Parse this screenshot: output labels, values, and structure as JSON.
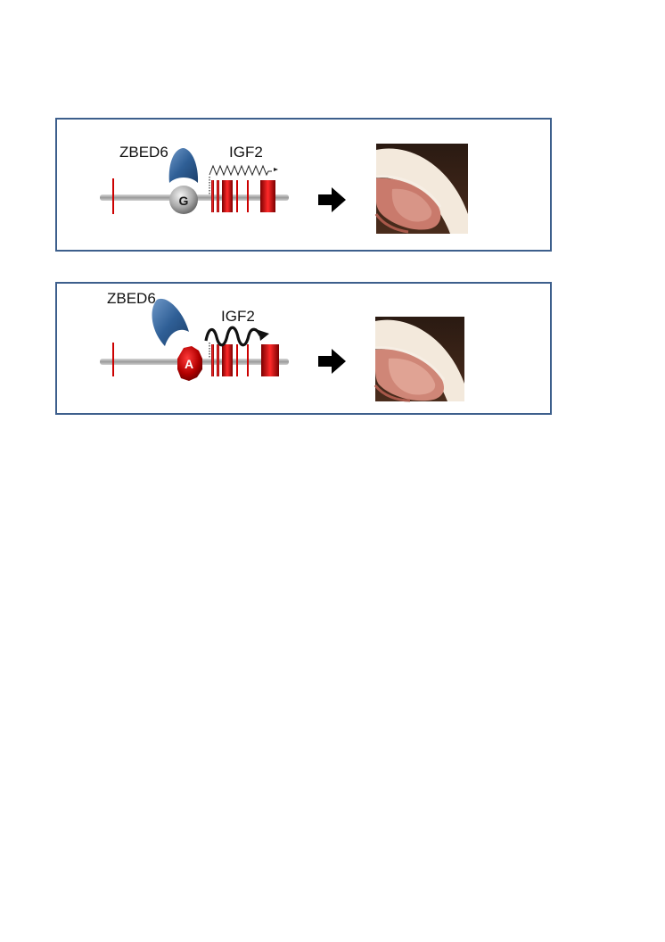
{
  "panels": [
    {
      "protein_label": "ZBED6",
      "gene_label": "IGF2",
      "allele": "G"
    },
    {
      "protein_label": "ZBED6",
      "gene_label": "IGF2",
      "allele": "A"
    }
  ],
  "colors": {
    "frame": "#3d5f8c",
    "exon_red": "#cc0000",
    "protein_blue": "#3a6ea5",
    "allele_g_gray": "#8c8c8c",
    "allele_a_red": "#b30000"
  },
  "icons": [
    "right-arrow-icon",
    "pork-chop-photo"
  ]
}
